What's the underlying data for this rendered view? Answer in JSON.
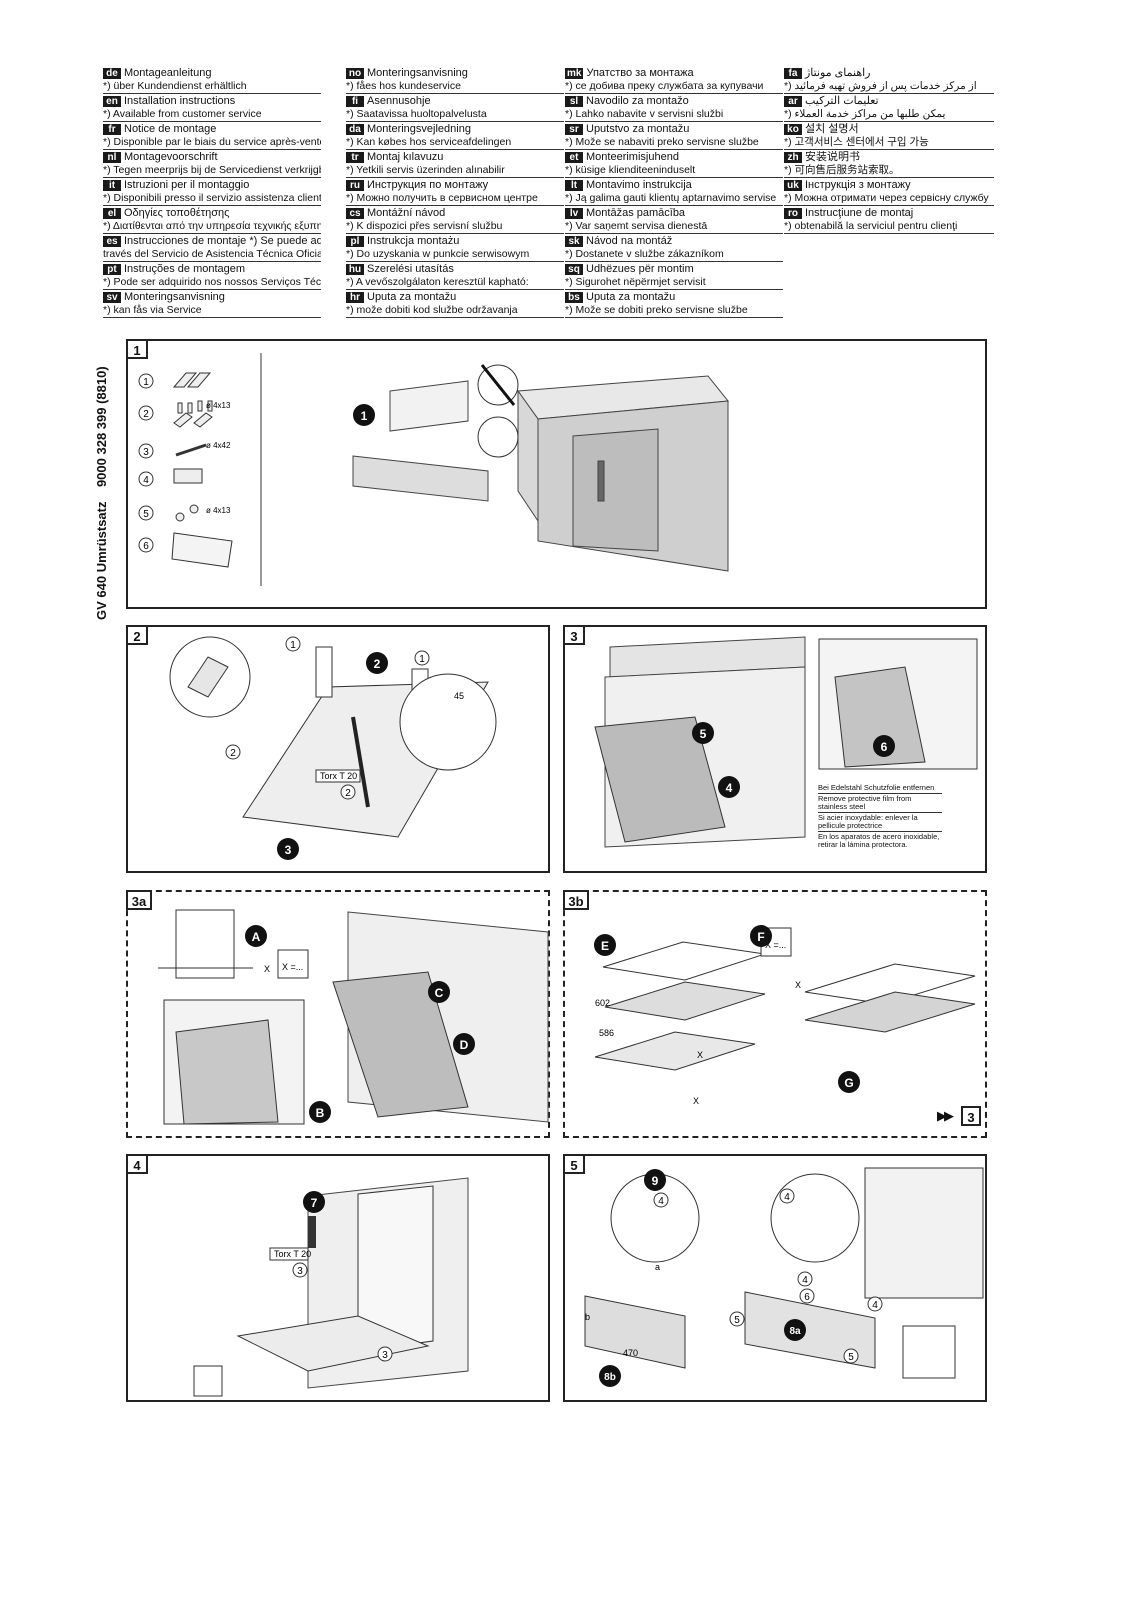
{
  "title": "GV 640 Umrüstsatz",
  "part_number": "9000 328 399 (8810)",
  "languages": [
    {
      "code": "de",
      "title": "Montageanleitung",
      "note": "*) über Kundendienst erhältlich"
    },
    {
      "code": "en",
      "title": "Installation instructions",
      "note": "*) Available from customer service"
    },
    {
      "code": "fr",
      "title": "Notice de montage",
      "note": "*) Disponible par le biais du service après-vente"
    },
    {
      "code": "nl",
      "title": "Montagevoorschrift",
      "note": "*) Tegen meerprijs bij de Servicedienst verkrijgbaar"
    },
    {
      "code": "it",
      "title": "Istruzioni per il montaggio",
      "note": "*) Disponibili presso il servizio assistenza clienti"
    },
    {
      "code": "el",
      "title": "Οδηγίες τοποθέτησης",
      "note": "*) Διατίθενται από την υπηρεσία τεχνικής εξυπηρέτησης πελατών"
    },
    {
      "code": "es",
      "title": "Instrucciones de montaje    *) Se puede adquirir a",
      "note": "través del Servicio de Asistencia Técnica Oficial de la marca"
    },
    {
      "code": "pt",
      "title": "Instruções de montagem",
      "note": "*) Pode ser adquirido nos nossos Serviços Técnicos"
    },
    {
      "code": "sv",
      "title": "Monteringsanvisning",
      "note": "*) kan fås via Service"
    },
    {
      "code": "no",
      "title": "Monteringsanvisning",
      "note": "*) fåes hos kundeservice"
    },
    {
      "code": "fi",
      "title": "Asennusohje",
      "note": "*) Saatavissa huoltopalvelusta"
    },
    {
      "code": "da",
      "title": "Monteringsvejledning",
      "note": "*) Kan købes hos serviceafdelingen"
    },
    {
      "code": "tr",
      "title": "Montaj kılavuzu",
      "note": "*) Yetkili servis üzerinden alınabilir"
    },
    {
      "code": "ru",
      "title": "Инструкция по монтажу",
      "note": "*) Можно получить в сервисном центре"
    },
    {
      "code": "cs",
      "title": "Montážní návod",
      "note": "*) K dispozici přes servisní službu"
    },
    {
      "code": "pl",
      "title": "Instrukcja montażu",
      "note": "*) Do uzyskania w punkcie serwisowym"
    },
    {
      "code": "hu",
      "title": "Szerelési utasítás",
      "note": "*) A vevőszolgálaton keresztül kapható:"
    },
    {
      "code": "hr",
      "title": "Uputa za montažu",
      "note": "*) može dobiti kod službe održavanja"
    },
    {
      "code": "mk",
      "title": "Упатство за монтажа",
      "note": "*) се добива преку службата за купувачи"
    },
    {
      "code": "sl",
      "title": "Navodilo za montažo",
      "note": "*) Lahko nabavite v servisni službi"
    },
    {
      "code": "sr",
      "title": "Uputstvo za montažu",
      "note": "*) Može se nabaviti preko servisne službe"
    },
    {
      "code": "et",
      "title": "Monteerimisjuhend",
      "note": "*) küsige klienditeeninduselt"
    },
    {
      "code": "lt",
      "title": "Montavimo instrukcija",
      "note": "*) Ją galima gauti klientų aptarnavimo servise"
    },
    {
      "code": "lv",
      "title": "Montāžas pamācība",
      "note": "*) Var saņemt servisa dienestā"
    },
    {
      "code": "sk",
      "title": "Návod na montáž",
      "note": "*) Dostanete v službe zákazníkom"
    },
    {
      "code": "sq",
      "title": "Udhëzues për montim",
      "note": "*) Sigurohet nëpërmjet servisit"
    },
    {
      "code": "bs",
      "title": "Uputa za montažu",
      "note": "*) Može se dobiti preko servisne službe"
    },
    {
      "code": "fa",
      "title": "راهنمای مونتاژ",
      "note": "*) از مرکز خدمات پس از فروش تهیه فرمائید"
    },
    {
      "code": "ar",
      "title": "تعليمات التركيب",
      "note": "*) يمكن طلبها من مراكز خدمة العملاء"
    },
    {
      "code": "ko",
      "title": "설치 설명서",
      "note": "*) 고객서비스 센터에서 구입 가능"
    },
    {
      "code": "zh",
      "title": "安装说明书",
      "note": "*) 可向售后服务站索取。"
    },
    {
      "code": "uk",
      "title": "Інструкція з монтажу",
      "note": "*) Можна отримати через сервісну службу"
    },
    {
      "code": "ro",
      "title": "Instrucţiune de montaj",
      "note": "*) obtenabilă la serviciul pentru clienţi"
    }
  ],
  "panels": {
    "p1": {
      "num": "1",
      "step": "1",
      "parts": [
        "1",
        "2",
        "3",
        "4",
        "5",
        "6"
      ],
      "screw_a": "ø 4x13",
      "screw_b": "ø 4x42",
      "screw_c": "ø 4x13"
    },
    "p2": {
      "num": "2",
      "step": "2",
      "step3": "3",
      "tool": "Torx T 20",
      "dim": "45",
      "parts": [
        "1",
        "2"
      ]
    },
    "p3": {
      "num": "3",
      "steps": [
        "5",
        "4",
        "6"
      ],
      "note_de": "Bei Edelstahl Schutzfolie entfernen",
      "note_en": "Remove protective film from stainless steel",
      "note_fr": "Si acier inoxydable: enlever la pellicule protectrice",
      "note_es": "En los aparatos de acero inoxidable, retirar la lámina protectora."
    },
    "p3a": {
      "num": "3a",
      "steps": [
        "A",
        "B",
        "C",
        "D"
      ],
      "x": "X",
      "xeq": "X =..."
    },
    "p3b": {
      "num": "3b",
      "steps": [
        "E",
        "F",
        "G"
      ],
      "dim1": "602",
      "dim2": "586",
      "x": "X",
      "xeq": "X =...",
      "next": "3"
    },
    "p4": {
      "num": "4",
      "step": "7",
      "tool": "Torx T 20",
      "part": "3"
    },
    "p5": {
      "num": "5",
      "steps": [
        "9",
        "8a",
        "8b"
      ],
      "parts": [
        "4",
        "5",
        "6"
      ],
      "dim_a": "a",
      "dim_b": "b",
      "dim_470": "470"
    }
  }
}
